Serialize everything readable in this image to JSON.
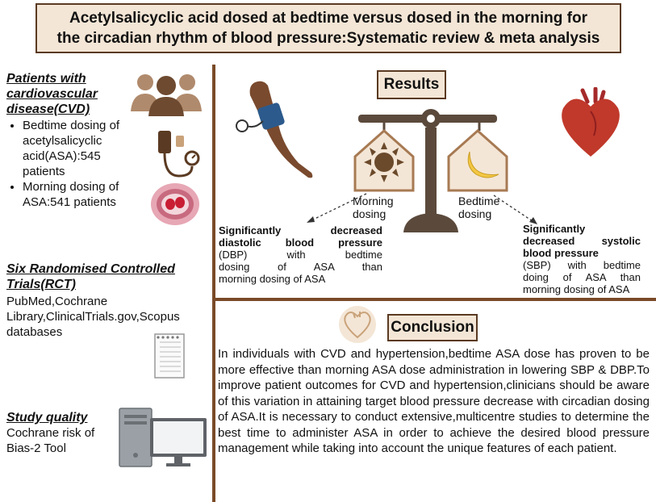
{
  "title": {
    "line1": "Acetylsalicyclic acid dosed at bedtime versus dosed in the morning for",
    "line2": "the circadian rhythm of blood pressure:Systematic review & meta analysis"
  },
  "patients": {
    "heading_l1": "Patients with",
    "heading_l2": "cardiovascular",
    "heading_l3": "disease(CVD)",
    "bullets": [
      {
        "l1": "Bedtime dosing of",
        "l2": "acetylsalicyclic",
        "l3": "acid(ASA):545",
        "l4": "patients"
      },
      {
        "l1": "Morning dosing of",
        "l2": "ASA:541 patients"
      }
    ]
  },
  "trials": {
    "heading_l1": "Six Randomised Controlled",
    "heading_l2": "Trials(RCT)",
    "l1": "PubMed,Cochrane",
    "l2": "Library,ClinicalTrials.gov,Scopus",
    "l3": "databases"
  },
  "quality": {
    "heading": "Study quality",
    "l1": "Cochrane risk of",
    "l2": "Bias-2 Tool"
  },
  "results": {
    "title": "Results",
    "morning_l1": "Morning",
    "morning_l2": "dosing",
    "bedtime_l1": "Bedtime",
    "bedtime_l2": "dosing",
    "dbp": {
      "b1": "Significantly decreased",
      "b2": "diastolic blood pressure",
      "r1": "(DBP) with bedtime",
      "r2": "dosing of ASA than",
      "r3": "morning dosing of ASA"
    },
    "sbp": {
      "b1": "Significantly",
      "b2": "decreased systolic",
      "b3": "blood pressure",
      "r1": "(SBP) with bedtime",
      "r2": "doing of ASA than",
      "r3": "morning dosing of ASA"
    }
  },
  "conclusion": {
    "title": "Conclusion",
    "text": "In individuals with CVD and hypertension,bedtime ASA dose has proven to be more effective than morning ASA dose administration in lowering SBP & DBP.To improve patient outcomes for CVD and hypertension,clinicians should be aware of this variation in attaining target blood pressure decrease with circadian dosing of ASA.It is necessary to conduct extensive,multicentre studies to determine the best time to administer ASA in order to achieve the desired blood pressure management while taking into account the unique features of each patient."
  },
  "colors": {
    "panel": "#f4e6d6",
    "border": "#5a3a22",
    "divider": "#7a4a28",
    "scale": "#5b4a3c"
  }
}
